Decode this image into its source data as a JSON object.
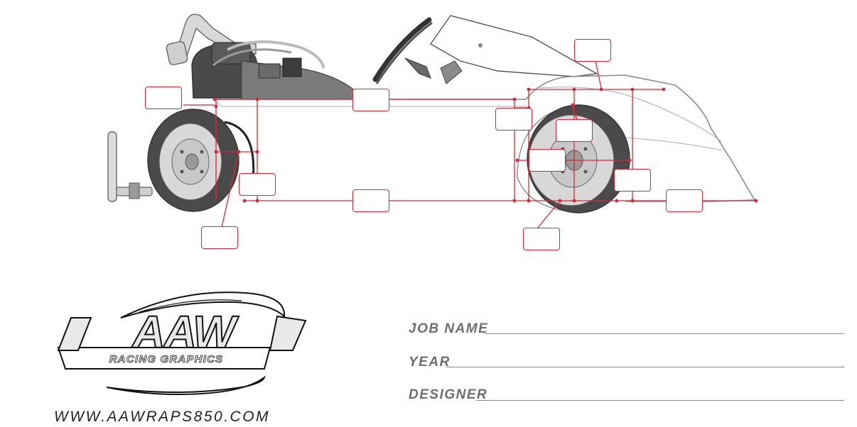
{
  "brand": {
    "logo_text": "AAW",
    "logo_subtitle": "RACING GRAPHICS",
    "website": "WWW.AAWRAPS850.COM"
  },
  "form": {
    "job_name_label": "JOB NAME",
    "year_label": "YEAR",
    "designer_label": "DESIGNER"
  },
  "colors": {
    "measure_red": "#d6283a",
    "outline_gray": "#9a9a9a",
    "label_gray": "#6e6e6e"
  }
}
